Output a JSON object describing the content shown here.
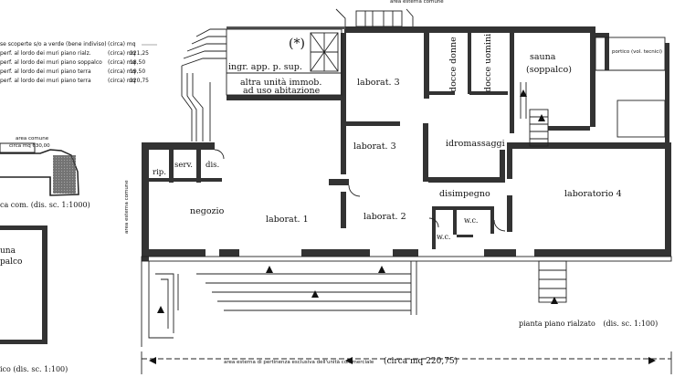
{
  "legend": {
    "rows": [
      {
        "label": "se scoperte s/o a verde (bene indiviso)",
        "unit": "(circa) mq",
        "value": ""
      },
      {
        "label": "perf. al lordo dei muri   piano rialz.",
        "unit": "(circa) mq",
        "value": "221,25"
      },
      {
        "label": "perf. al lordo dei muri   piano soppalco",
        "unit": "(circa) mq",
        "value": "18,50"
      },
      {
        "label": "perf. al lordo dei muri   piano terra",
        "unit": "(circa) mq",
        "value": "19,50"
      },
      {
        "label": "perf. al lordo dei muri   piano terra",
        "unit": "(circa) mq",
        "value": "220,75"
      }
    ]
  },
  "top_label": "area esterna comune",
  "left_inset": {
    "area_label": "area comune",
    "area_value": "circa mq 630,00",
    "caption": "ca com. (dis. sc. 1:1000)",
    "sauna_partial_1": "una",
    "sauna_partial_2": "palco",
    "bottom_caption": "ico    (dis. sc. 1:100)"
  },
  "side_label": "area esterna comune",
  "rooms": {
    "ingresso": "ingr. app. p. sup.",
    "asterisk": "(*)",
    "altra_1": "altra unità immob.",
    "altra_2": "ad uso abitazione",
    "laborat3_top": "laborat. 3",
    "laborat3_mid": "laborat. 3",
    "docce_donne": "docce donne",
    "docce_uomini": "docce uomini",
    "sauna": "sauna",
    "soppalco": "(soppalco)",
    "portico": "portico (vol. tecnici)",
    "rip": "rip.",
    "serv": "serv.",
    "dis": "dis.",
    "idromassaggi": "idromassaggi",
    "negozio": "negozio",
    "laborat1": "laborat. 1",
    "laborat2": "laborat. 2",
    "disimpegno": "disimpegno",
    "laboratorio4": "laboratorio 4",
    "wc1": "w.c.",
    "wc2": "w.c."
  },
  "captions": {
    "pianta": "pianta piano rialzato",
    "scale": "(dis. sc. 1:100)",
    "area_esterna": "area esterna di pertinenza esclusiva dell'unità commerciale",
    "area_value": "(circa mq 220,75)"
  }
}
